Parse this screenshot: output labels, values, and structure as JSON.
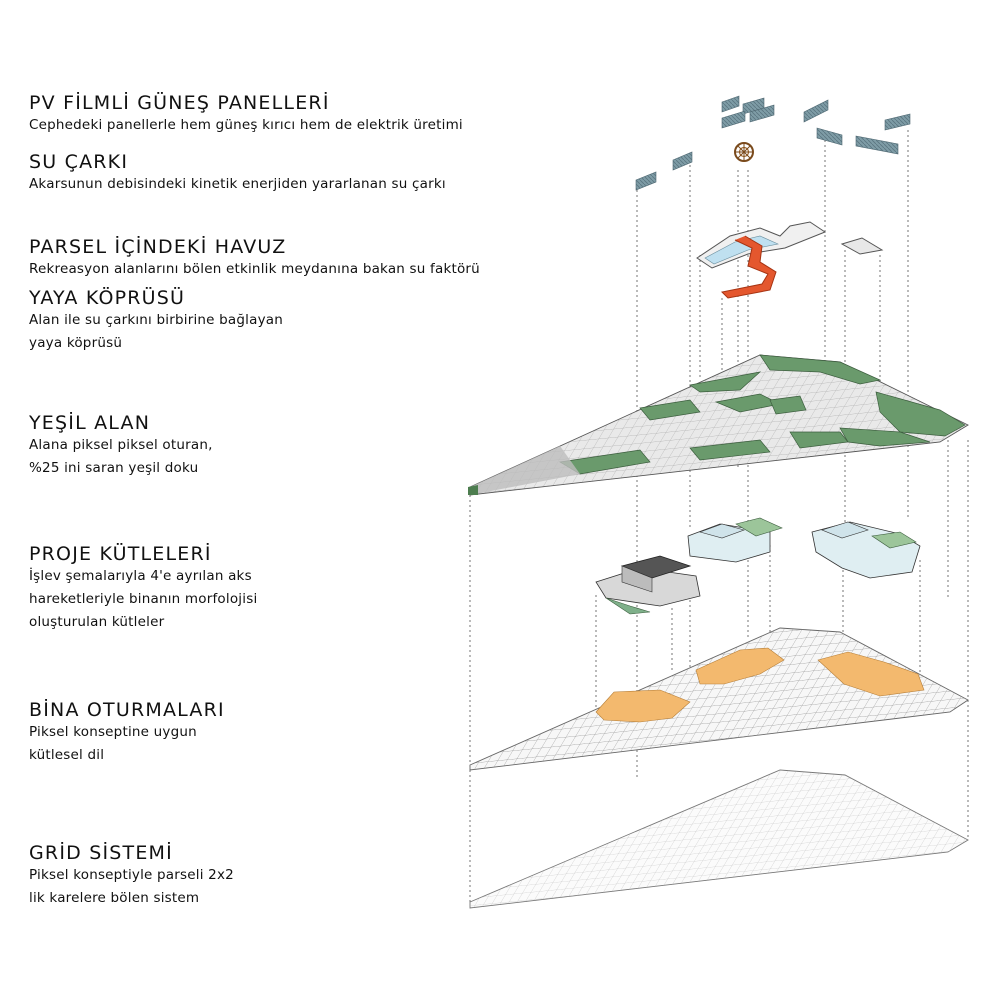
{
  "layers": [
    {
      "title": "PV FİLMLİ GÜNEŞ PANELLERİ",
      "desc": [
        "Cephedeki panellerle hem güneş kırıcı hem de elektrik üretimi"
      ]
    },
    {
      "title": "SU ÇARKI",
      "desc": [
        "Akarsunun debisindeki kinetik enerjiden yararlanan su çarkı"
      ]
    },
    {
      "title": "PARSEL İÇİNDEKİ HAVUZ",
      "desc": [
        "Rekreasyon alanlarını bölen etkinlik meydanına bakan su faktörü"
      ]
    },
    {
      "title": "YAYA KÖPRÜSÜ",
      "desc": [
        "Alan ile su çarkını birbirine bağlayan",
        "yaya köprüsü"
      ]
    },
    {
      "title": "YEŞİL ALAN",
      "desc": [
        "Alana piksel piksel oturan,",
        "%25 ini saran yeşil doku"
      ]
    },
    {
      "title": "PROJE KÜTLELERİ",
      "desc": [
        "İşlev şemalarıyla 4'e ayrılan aks",
        "hareketleriyle binanın morfolojisi",
        "oluşturulan kütleler"
      ]
    },
    {
      "title": "BİNA OTURMALARI",
      "desc": [
        "Piksel konseptine uygun",
        "kütlesel dil"
      ]
    },
    {
      "title": "GRİD SİSTEMİ",
      "desc": [
        "Piksel konseptiyle parseli 2x2",
        "lik karelere bölen sistem"
      ]
    }
  ],
  "colors": {
    "green": "#6a9a6c",
    "orange_footprint": "#f3b96e",
    "bridge": "#e4572e",
    "panel": "#6f8f9a",
    "grid": "#9a9a9a",
    "building_roof": "#555555",
    "water": "#bfe0f0"
  },
  "icons": [
    "water-wheel-icon"
  ]
}
